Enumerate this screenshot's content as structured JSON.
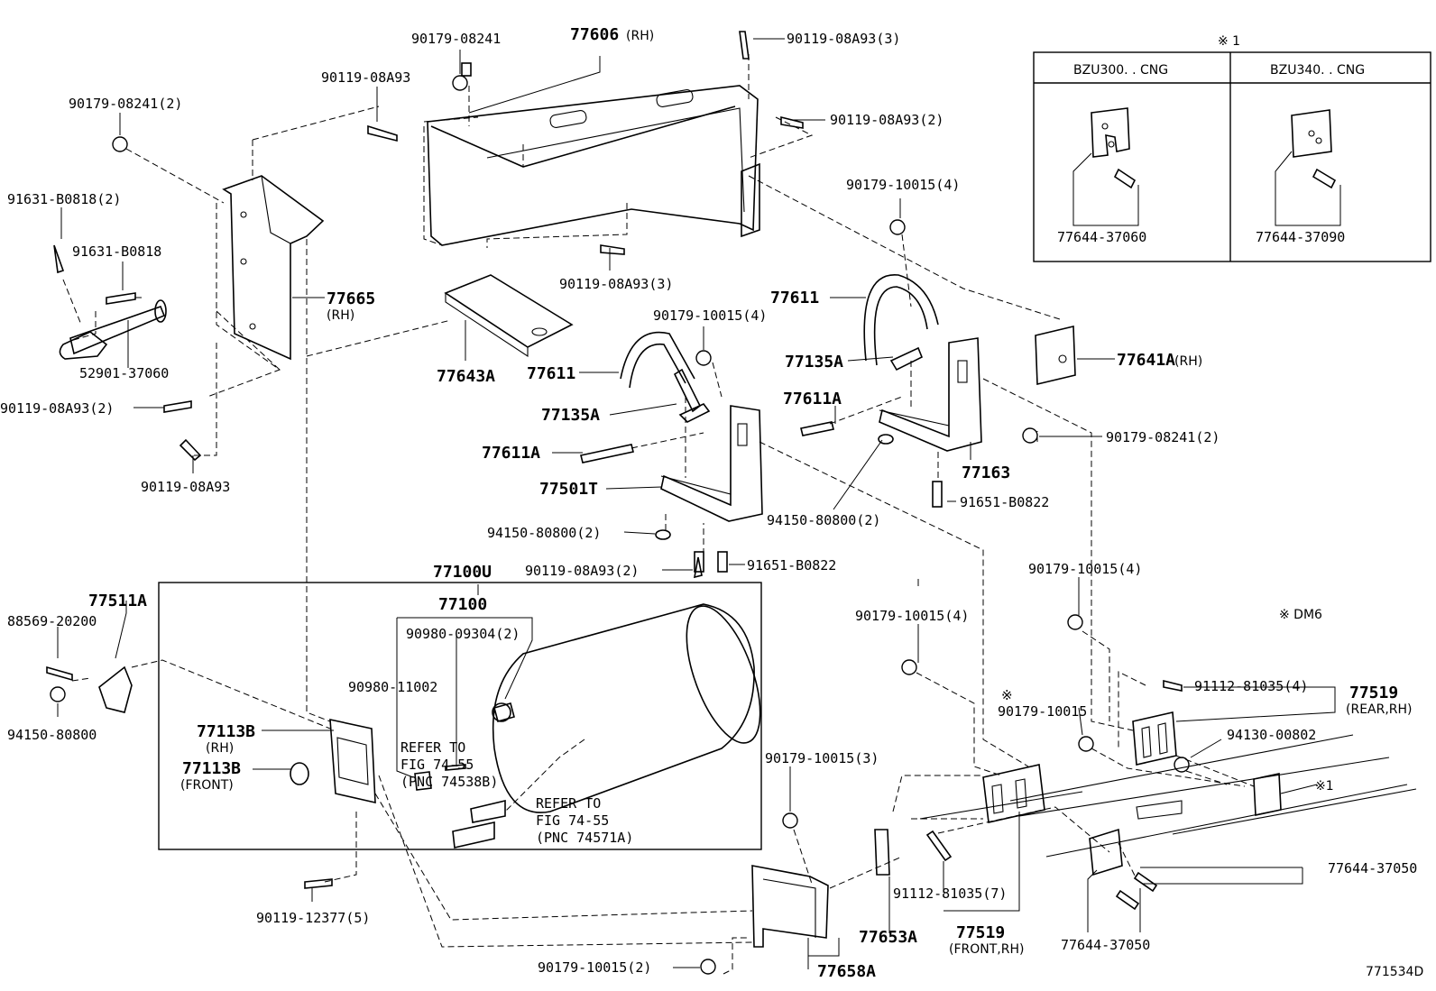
{
  "diagram_code": "771534D",
  "labels": {
    "l01": "90179-08241",
    "l02": "77606",
    "l02s": "(RH)",
    "l03": "90119-08A93(3)",
    "l04": "90119-08A93",
    "l05": "90119-08A93(2)",
    "l06": "90179-08241(2)",
    "l07": "91631-B0818(2)",
    "l08": "91631-B0818",
    "l09": "77665",
    "l09s": "(RH)",
    "l10": "52901-37060",
    "l11": "90119-08A93(2)",
    "l12": "90119-08A93",
    "l13": "77643A",
    "l14": "90119-08A93(3)",
    "l15": "90179-10015(4)",
    "l16": "77611",
    "l17": "77135A",
    "l18": "77611A",
    "l19": "77501T",
    "l20": "94150-80800(2)",
    "l21": "90119-08A93(2)",
    "l22": "91651-B0822",
    "l23": "90179-10015(4)",
    "l24": "77611",
    "l25": "77135A",
    "l26": "77611A",
    "l27": "77641A",
    "l27s": "(RH)",
    "l28": "90179-08241(2)",
    "l29": "77163",
    "l30": "91651-B0822",
    "l31": "94150-80800(2)",
    "l32": "77100U",
    "l33": "77100",
    "l34": "90980-09304(2)",
    "l35": "90980-11002",
    "l36a": "REFER TO",
    "l36b": "FIG 74-55",
    "l36c": "(PNC 74538B)",
    "l37a": "REFER TO",
    "l37b": "FIG 74-55",
    "l37c": "(PNC 74571A)",
    "l38": "77511A",
    "l39": "88569-20200",
    "l40": "94150-80800",
    "l41": "77113B",
    "l41s": "(RH)",
    "l42": "77113B",
    "l42s": "(FRONT)",
    "l43": "90119-12377(5)",
    "l44": "90179-10015(4)",
    "l45": "90179-10015(4)",
    "l46m": "※",
    "l46": "90179-10015",
    "l47": "90179-10015(3)",
    "l48": "91112-81035(4)",
    "l49": "77519",
    "l49s": "(REAR,RH)",
    "l50": "94130-00802",
    "l51": "※1",
    "l52": "77644-37050",
    "l53": "77644-37050",
    "l54": "91112-81035(7)",
    "l55": "77519",
    "l55s": "(FRONT,RH)",
    "l56": "77653A",
    "l57": "77658A",
    "l58": "90179-10015(2)",
    "l59": "※ DM6"
  },
  "inset": {
    "note": "※ 1",
    "col1": "BZU300. . CNG",
    "col2": "BZU340. . CNG",
    "part1": "77644-37060",
    "part2": "77644-37090"
  }
}
